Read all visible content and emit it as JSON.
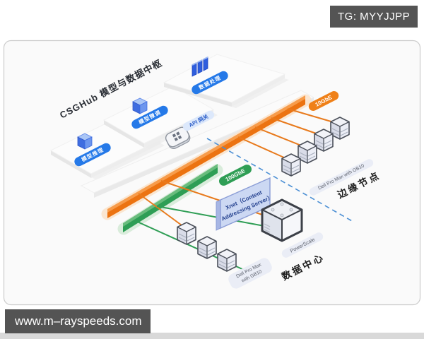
{
  "overlay": {
    "tg_badge": "TG: MYYJJPP",
    "website": "www.m–rayspeeds.com"
  },
  "diagram": {
    "title": "CSGHub 模型与数据中枢",
    "platforms": [
      {
        "label": "模型推理"
      },
      {
        "label": "模型微调"
      },
      {
        "label": "数据处理"
      }
    ],
    "api_gateway": {
      "label": "API 网关"
    },
    "networks": {
      "edge_link": {
        "label": "10GbE",
        "color": "#ED7D17"
      },
      "core_link": {
        "label": "100GbE",
        "color": "#2F9E55"
      }
    },
    "xnet": {
      "line1": "Xnet（Content",
      "line2": "Addressing Server）"
    },
    "edge_cluster": {
      "hardware_label": "Dell Pro Max with GB10",
      "zone_label": "边缘节点",
      "server_count": 4
    },
    "dc_cluster": {
      "hardware_label_line1": "Dell Pro Max",
      "hardware_label_line2": "with GB10",
      "zone_label": "数据中心",
      "server_count": 3
    },
    "storage": {
      "label": "PowerScale"
    },
    "colors": {
      "accent_blue": "#2579E8",
      "accent_orange": "#ED7D17",
      "accent_green": "#2F9E55"
    }
  }
}
